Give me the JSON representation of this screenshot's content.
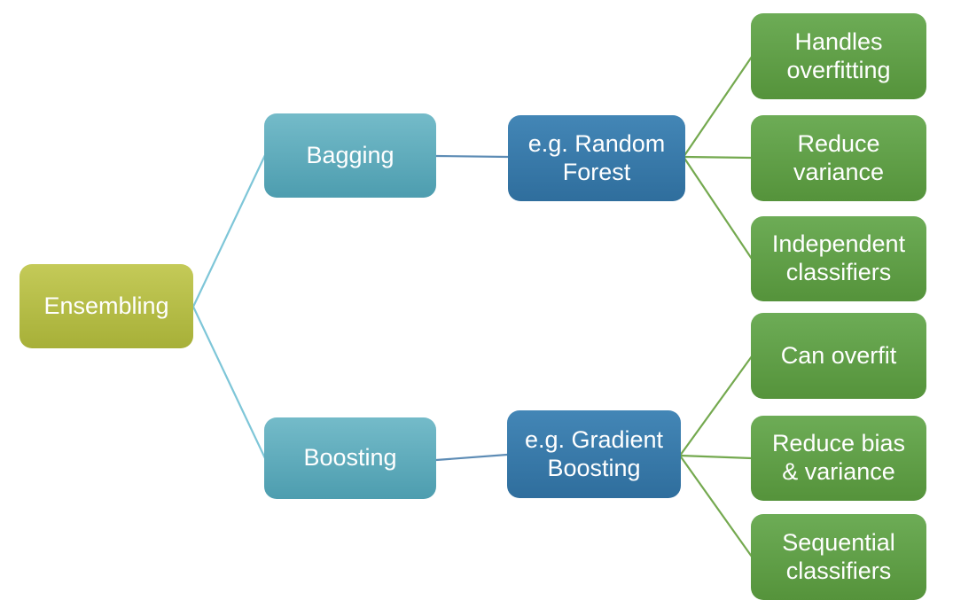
{
  "diagram": {
    "title": "Ensembling methods tree diagram",
    "background": "#ffffff",
    "nodes": {
      "ensembling": {
        "label": "Ensembling",
        "level": "root"
      },
      "bagging": {
        "label": "Bagging",
        "level": "branch"
      },
      "boosting": {
        "label": "Boosting",
        "level": "branch"
      },
      "random_forest": {
        "label": "e.g. Random Forest",
        "level": "example"
      },
      "gradient_boosting": {
        "label": "e.g. Gradient Boosting",
        "level": "example"
      },
      "handles_overfitting": {
        "label": "Handles overfitting",
        "level": "leaf"
      },
      "reduce_variance": {
        "label": "Reduce variance",
        "level": "leaf"
      },
      "independent_classifiers": {
        "label": "Independent classifiers",
        "level": "leaf"
      },
      "can_overfit": {
        "label": "Can overfit",
        "level": "leaf"
      },
      "reduce_bias_variance": {
        "label": "Reduce bias & variance",
        "level": "leaf"
      },
      "sequential_classifiers": {
        "label": "Sequential classifiers",
        "level": "leaf"
      }
    },
    "edges": [
      {
        "from": "ensembling",
        "to": "bagging",
        "color_key": "edge_teal"
      },
      {
        "from": "ensembling",
        "to": "boosting",
        "color_key": "edge_teal"
      },
      {
        "from": "bagging",
        "to": "random_forest",
        "color_key": "edge_blue"
      },
      {
        "from": "boosting",
        "to": "gradient_boosting",
        "color_key": "edge_blue"
      },
      {
        "from": "random_forest",
        "to": "handles_overfitting",
        "color_key": "edge_green"
      },
      {
        "from": "random_forest",
        "to": "reduce_variance",
        "color_key": "edge_green"
      },
      {
        "from": "random_forest",
        "to": "independent_classifiers",
        "color_key": "edge_green"
      },
      {
        "from": "gradient_boosting",
        "to": "can_overfit",
        "color_key": "edge_green"
      },
      {
        "from": "gradient_boosting",
        "to": "reduce_bias_variance",
        "color_key": "edge_green"
      },
      {
        "from": "gradient_boosting",
        "to": "sequential_classifiers",
        "color_key": "edge_green"
      }
    ],
    "colors": {
      "background": "#ffffff",
      "root_top": "#c4ca58",
      "root_bottom": "#a7b038",
      "branch_top": "#74bbc9",
      "branch_bottom": "#4d9daf",
      "example_top": "#4386b6",
      "example_bottom": "#2f6e9d",
      "leaf_top": "#6dac56",
      "leaf_bottom": "#55933b",
      "edge_teal": "#7ec6d8",
      "edge_blue": "#5d8cb5",
      "edge_green": "#74a94f",
      "text": "#ffffff"
    }
  }
}
